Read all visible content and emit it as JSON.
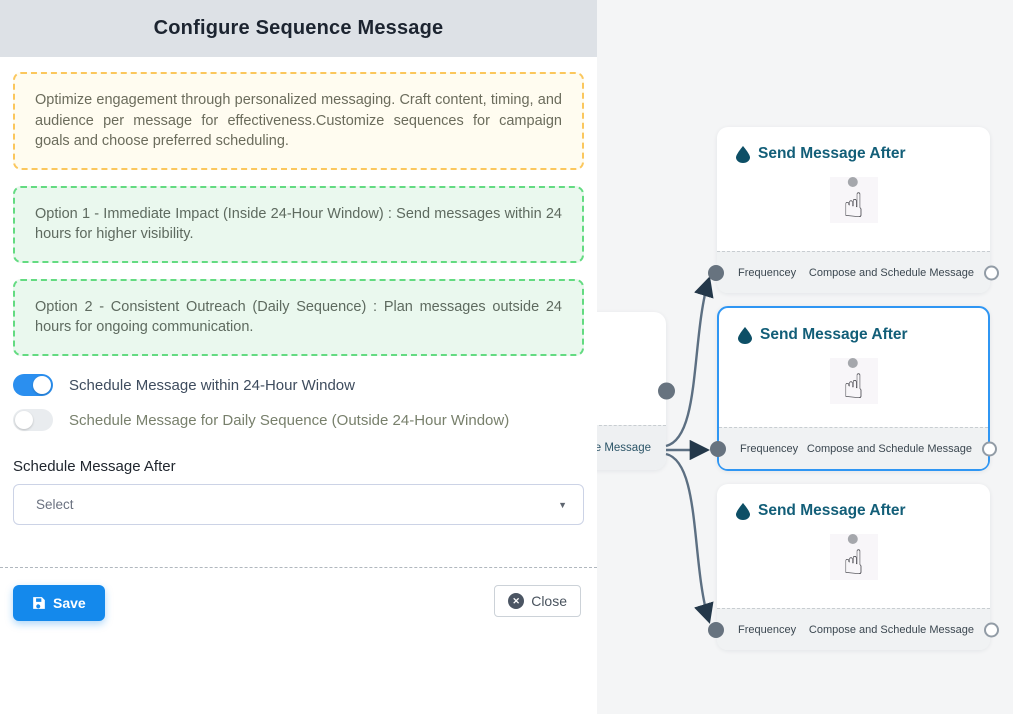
{
  "panel": {
    "title": "Configure Sequence Message",
    "info_note": "Optimize engagement through personalized messaging. Craft content, timing, and audience per message for effectiveness.Customize sequences for campaign goals and choose preferred scheduling.",
    "option1_note": "Option 1 - Immediate Impact (Inside 24-Hour Window) : Send messages within 24 hours for higher visibility.",
    "option2_note": "Option 2 - Consistent Outreach (Daily Sequence) : Plan messages outside 24 hours for ongoing communication.",
    "toggles": [
      {
        "label": "Schedule Message within 24-Hour Window",
        "state": "on"
      },
      {
        "label": "Schedule Message for Daily Sequence (Outside 24-Hour Window)",
        "state": "off"
      }
    ],
    "schedule_after": {
      "label": "Schedule Message After",
      "selected_value": "Select"
    },
    "actions": {
      "save_label": "Save",
      "close_label": "Close"
    }
  },
  "canvas": {
    "partial_node": {
      "footer_visible_text": "ce Message"
    },
    "nodes": [
      {
        "title": "Send Message After",
        "footer_left": "Frequencey",
        "footer_right": "Compose and Schedule Message",
        "selected": false
      },
      {
        "title": "Send Message After",
        "footer_left": "Frequencey",
        "footer_right": "Compose and Schedule Message",
        "selected": true
      },
      {
        "title": "Send Message After",
        "footer_left": "Frequencey",
        "footer_right": "Compose and Schedule Message",
        "selected": false
      }
    ]
  },
  "icons": {
    "tap_icon_glyph": "☝",
    "caret_down_glyph": "▼",
    "close_x_glyph": "✕",
    "names": [
      "water-drop-icon",
      "tap-icon",
      "save-icon",
      "close-circle-icon",
      "caret-down-icon"
    ]
  },
  "colors": {
    "accent_blue": "#1489ec",
    "toggle_on_blue": "#2b8fef",
    "selected_node_border": "#2f96f3",
    "node_title_teal": "#125e78",
    "warning_border": "#fbc75d",
    "warning_bg": "#fffcf0",
    "success_border": "#63db81",
    "success_bg": "#eaf8ee",
    "header_bg": "#dde1e6",
    "canvas_bg": "#f4f5f6",
    "edge_stroke": "#5c6f82"
  }
}
